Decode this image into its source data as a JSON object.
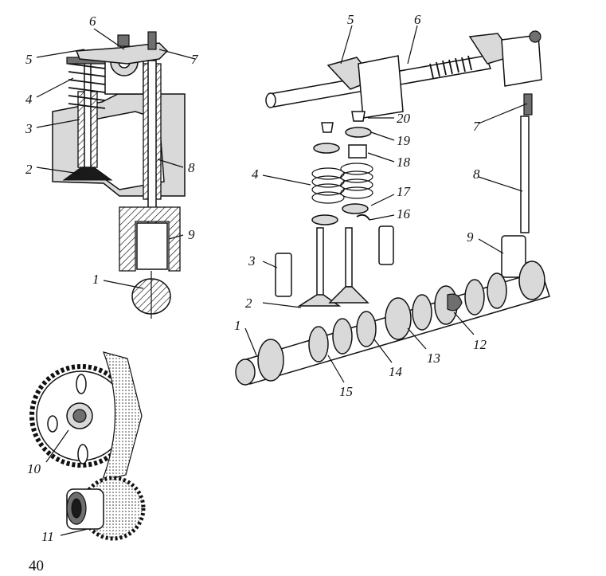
{
  "labels": {
    "l1": "1",
    "l2": "2",
    "l3": "3",
    "l4": "4",
    "l5": "5",
    "l6": "6",
    "l7": "7",
    "l8": "8",
    "l9": "9",
    "l10": "10",
    "l11": "11",
    "l12": "12",
    "l13": "13",
    "l14": "14",
    "l15": "15",
    "l16": "16",
    "l17": "17",
    "l18": "18",
    "l19": "19",
    "l20": "20"
  },
  "page_number": "40"
}
